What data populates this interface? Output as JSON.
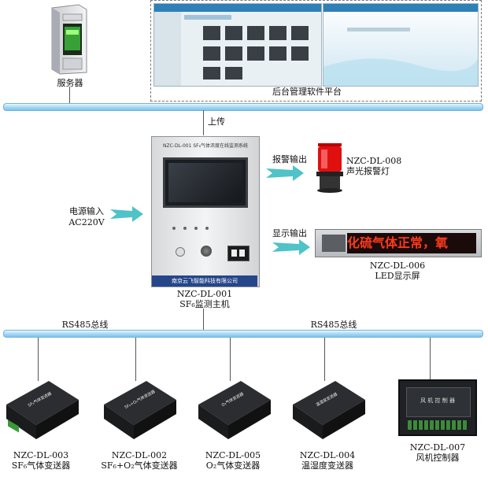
{
  "server": {
    "label": "服务器"
  },
  "platform": {
    "label": "后台管理软件平台"
  },
  "upload": {
    "label": "上传"
  },
  "main_unit": {
    "panel_text": "NZC-DL-001 SF₆气体浓度在线监测系统",
    "brand": "南京云飞智能科技有限公司",
    "model": "NZC-DL-001",
    "name": "SF₆监测主机"
  },
  "power": {
    "line1": "电源输入",
    "line2": "AC220V"
  },
  "alarm_out": {
    "label": "报警输出"
  },
  "display_out": {
    "label": "显示输出"
  },
  "alarm_lamp": {
    "model": "NZC-DL-008",
    "name": "声光报警灯"
  },
  "led": {
    "text": "化硫气体正常，氧",
    "model": "NZC-DL-006",
    "name": "LED显示屏"
  },
  "rs485": {
    "left": "RS485总线",
    "right": "RS485总线"
  },
  "devices": [
    {
      "model": "NZC-DL-003",
      "name": "SF₆气体变送器",
      "box_label": "SF₆气体变送器"
    },
    {
      "model": "NZC-DL-002",
      "name": "SF₆+O₂气体变送器",
      "box_label": "SF₆+O₂气体变送器"
    },
    {
      "model": "NZC-DL-005",
      "name": "O₂气体变送器",
      "box_label": "O₂气体变送器"
    },
    {
      "model": "NZC-DL-004",
      "name": "温湿度变送器",
      "box_label": "温湿度变送器"
    },
    {
      "model": "NZC-DL-007",
      "name": "风机控制器",
      "box_label": "风 机 控 制 器"
    }
  ],
  "colors": {
    "bus": "#a9d8f5",
    "arrow": "#4fc3c7",
    "led_text": "#ff3a1a",
    "lamp": "#e01010"
  }
}
